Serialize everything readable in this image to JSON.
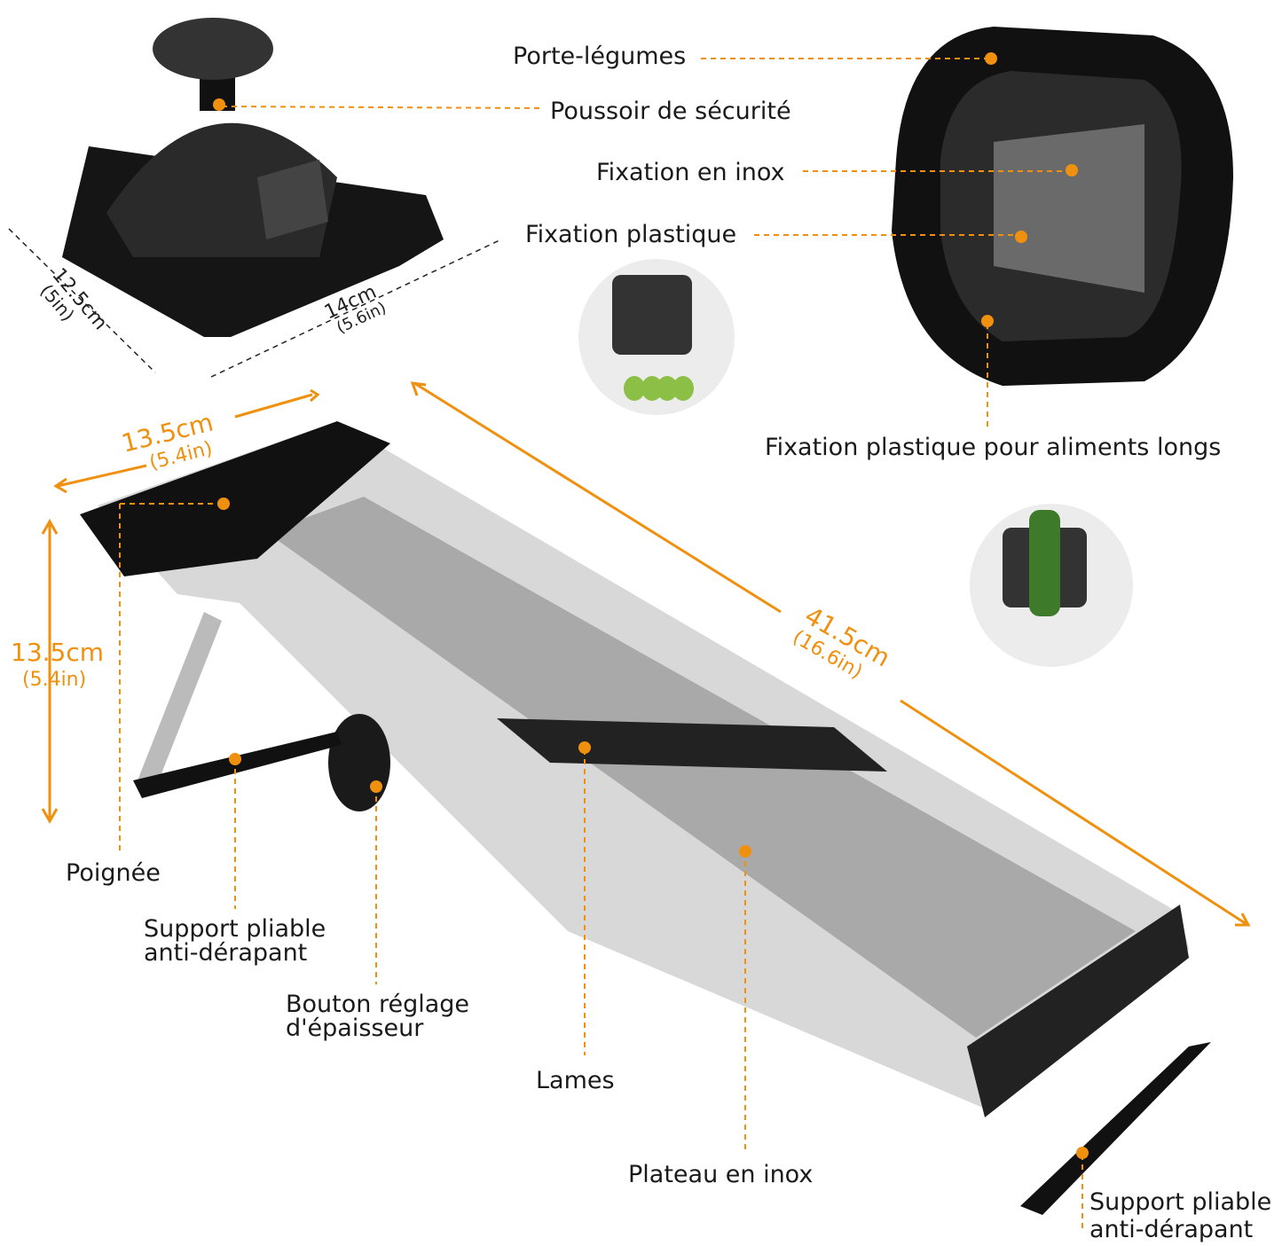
{
  "accent_color": "#f0900f",
  "labels": {
    "vegetable_holder": "Porte-légumes",
    "safety_pusher": "Poussoir de sécurité",
    "steel_fixation": "Fixation en inox",
    "plastic_fixation": "Fixation plastique",
    "long_food_fixation": "Fixation plastique pour aliments longs",
    "handle": "Poignée",
    "folding_support_1a": "Support pliable",
    "folding_support_1b": "anti-dérapant",
    "thickness_knob_a": "Bouton réglage",
    "thickness_knob_b": "d'épaisseur",
    "blades": "Lames",
    "steel_plate": "Plateau en inox",
    "folding_support_2a": "Support pliable",
    "folding_support_2b": "anti-dérapant"
  },
  "dimensions": {
    "holder_depth_cm": "12.5cm",
    "holder_depth_in": "(5in)",
    "holder_width_cm": "14cm",
    "holder_width_in": "(5.6in)",
    "width_cm": "13.5cm",
    "width_in": "(5.4in)",
    "height_cm": "13.5cm",
    "height_in": "(5.4in)",
    "length_cm": "41.5cm",
    "length_in": "(16.6in)"
  }
}
